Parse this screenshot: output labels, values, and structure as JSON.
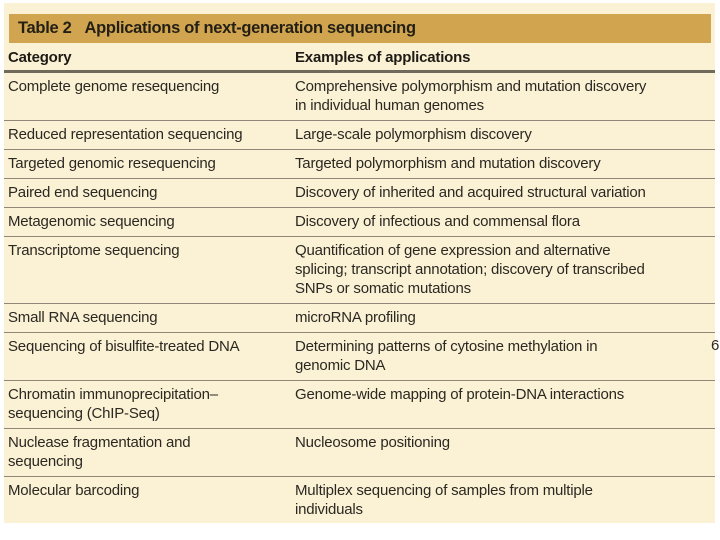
{
  "table": {
    "title_prefix": "Table 2",
    "title": "Applications of next-generation sequencing",
    "columns": [
      "Category",
      "Examples of applications"
    ],
    "rows": [
      {
        "category": "Complete genome resequencing",
        "application": "Comprehensive polymorphism and mutation discovery\nin individual human genomes"
      },
      {
        "category": "Reduced representation sequencing",
        "application": "Large-scale polymorphism discovery"
      },
      {
        "category": "Targeted genomic resequencing",
        "application": "Targeted polymorphism and mutation discovery"
      },
      {
        "category": "Paired end sequencing",
        "application": "Discovery of inherited and acquired structural variation"
      },
      {
        "category": "Metagenomic sequencing",
        "application": "Discovery of infectious and commensal flora"
      },
      {
        "category": "Transcriptome sequencing",
        "application": "Quantification of gene expression and alternative\nsplicing; transcript annotation; discovery of transcribed\nSNPs or somatic mutations"
      },
      {
        "category": "Small RNA sequencing",
        "application": "microRNA profiling"
      },
      {
        "category": "Sequencing of bisulfite-treated DNA",
        "application": "Determining patterns of cytosine methylation in\ngenomic DNA"
      },
      {
        "category": "Chromatin immunoprecipitation–\nsequencing (ChIP-Seq)",
        "application": "Genome-wide mapping of protein-DNA interactions"
      },
      {
        "category": "Nuclease fragmentation and\nsequencing",
        "application": "Nucleosome positioning"
      },
      {
        "category": "Molecular barcoding",
        "application": "Multiplex sequencing of samples from multiple\nindividuals"
      }
    ]
  },
  "edge_artifact": "6",
  "colors": {
    "cream": "#FBF2D5",
    "gold": "#D1A550",
    "rule": "#6F6A5A",
    "divider": "#8F8878",
    "text": "#2B2822"
  }
}
